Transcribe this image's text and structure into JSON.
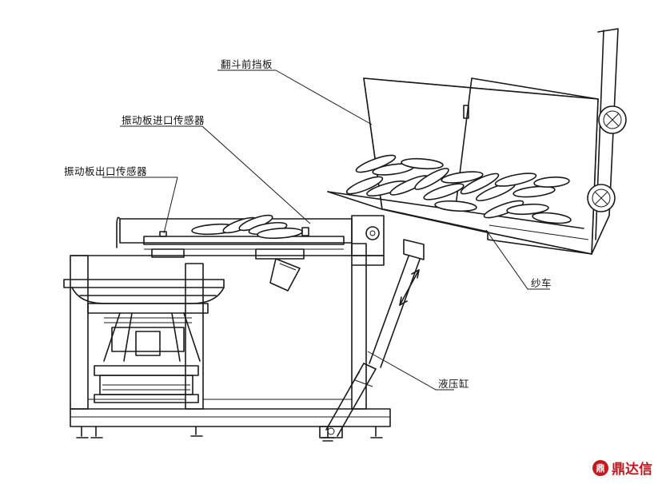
{
  "labels": {
    "tipper_front_baffle": "翻斗前挡板",
    "plate_inlet_sensor": "振动板进口传感器",
    "plate_outlet_sensor": "振动板出口传感器",
    "bobbin_cart": "纱车",
    "hydraulic_cylinder": "液压缸"
  },
  "logo": {
    "mark": "鼎",
    "text": "鼎达信",
    "color": "#c8161d"
  }
}
